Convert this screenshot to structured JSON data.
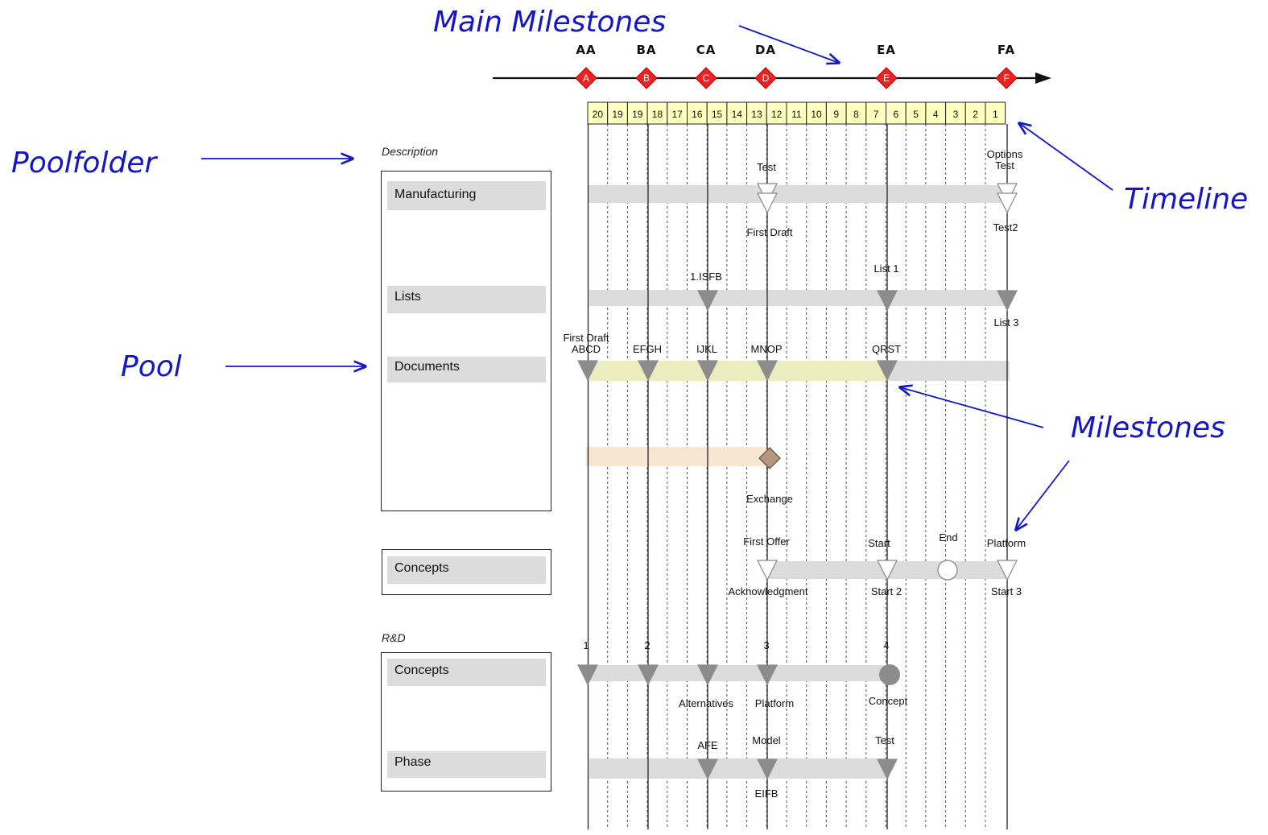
{
  "annotations": {
    "main_milestones": "Main Milestones",
    "poolfolder": "Poolfolder",
    "timeline": "Timeline",
    "pool": "Pool",
    "milestones": "Milestones"
  },
  "main_milestones": [
    {
      "code": "AA",
      "letter": "A",
      "slot": 20
    },
    {
      "code": "BA",
      "letter": "B",
      "slot": 19
    },
    {
      "code": "CA",
      "letter": "C",
      "slot": 16
    },
    {
      "code": "DA",
      "letter": "D",
      "slot": 13
    },
    {
      "code": "EA",
      "letter": "E",
      "slot": 7
    },
    {
      "code": "FA",
      "letter": "F",
      "slot": 1
    }
  ],
  "timeline": [
    "20",
    "19",
    "19",
    "18",
    "17",
    "16",
    "15",
    "14",
    "13",
    "12",
    "11",
    "10",
    "9",
    "8",
    "7",
    "6",
    "5",
    "4",
    "3",
    "2",
    "1"
  ],
  "poolfolders": [
    {
      "caption": "Description",
      "pools": [
        "Manufacturing",
        "Lists",
        "Documents"
      ]
    },
    {
      "caption": "",
      "pools": [
        "Concepts"
      ]
    },
    {
      "caption": "R&D",
      "pools": [
        "Concepts",
        "Phase"
      ]
    }
  ],
  "milestone_labels": {
    "manufacturing": {
      "test": "Test",
      "options_test": "Options Test",
      "first_draft": "First Draft",
      "test2": "Test2"
    },
    "lists": {
      "isfb": "1.ISFB",
      "list1": "List 1",
      "list3": "List 3"
    },
    "documents": {
      "abcd": "First Draft ABCD",
      "efgh": "EFGH",
      "ijkl": "IJKL",
      "mnop": "MNOP",
      "qrst": "QRST"
    },
    "exchange": {
      "exchange": "Exchange"
    },
    "concepts": {
      "first_offer": "First Offer",
      "start": "Start",
      "end": "End",
      "platform": "Platform",
      "acknowledgment": "Acknowledgment",
      "start2": "Start 2",
      "start3": "Start 3"
    },
    "rd_concepts": {
      "n1": "1",
      "n2": "2",
      "n3": "3",
      "n4": "4",
      "alternatives": "Alternatives",
      "platform": "Platform",
      "concept": "Concept"
    },
    "phase": {
      "afe": "AFE",
      "model": "Model",
      "test": "Test",
      "eifb": "EIFB"
    }
  },
  "colors": {
    "annotation": "#1515c8",
    "main_milestone": "#ee2222",
    "timeline_cell": "#ffffc0",
    "pool_bar": "#dcdcdc",
    "documents_bar": "#ececbf",
    "exchange_bar": "#f6e6d2",
    "milestone_gray": "#8c8c8c",
    "exchange_diamond": "#b4977c"
  },
  "icons": [
    "diamond-icon",
    "triangle-down-icon",
    "circle-icon",
    "arrow-right-icon"
  ]
}
